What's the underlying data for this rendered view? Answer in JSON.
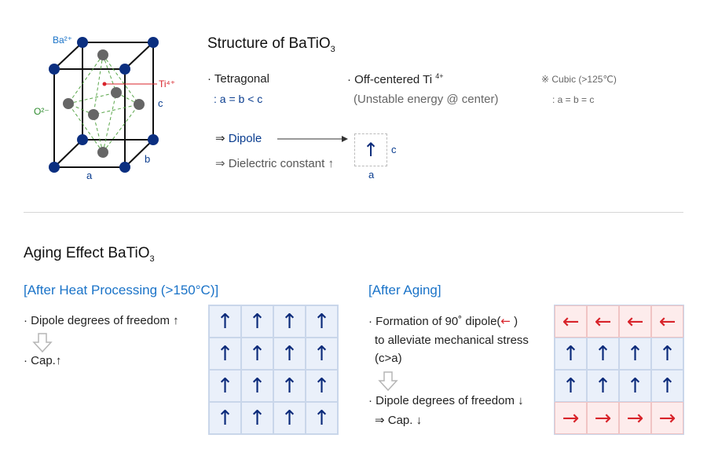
{
  "crystal": {
    "ba_label": "Ba²⁺",
    "ti_label": "Ti⁴⁺",
    "o_label": "O²⁻",
    "a_label": "a",
    "b_label": "b",
    "c_label": "c"
  },
  "structure": {
    "title_main": "Structure of BaTiO",
    "title_sub": "3",
    "tetragonal": "· Tetragonal",
    "tetragonal_eq": ": a = b < c",
    "offcenter": "· Off-centered Ti",
    "offcenter_sup": "4+",
    "unstable": "(Unstable energy @ center)",
    "cubic": "※ Cubic (>125℃)",
    "cubic_eq": ": a = b = c",
    "dipole_prefix": "⇒",
    "dipole": "Dipole",
    "dielectric": "⇒ Dielectric constant ↑",
    "box_arrow": "↑",
    "box_c": "c",
    "box_a": "a"
  },
  "aging": {
    "title_main": "Aging Effect BaTiO",
    "title_sub": "3",
    "after_heat": "[After Heat Processing (>150°C)]",
    "dipole_dof_up": "· Dipole degrees of freedom ↑",
    "cap_up": "· Cap.↑",
    "after_aging": "[After Aging]",
    "formation_prefix": "· Formation of 90˚ dipole(",
    "formation_arrow": "←",
    "formation_suffix": " )",
    "alleviate": "to alleviate mechanical stress",
    "ca": "(c>a)",
    "dipole_dof_down": "· Dipole degrees of freedom ↓",
    "cap_down": "⇒ Cap. ↓"
  },
  "grids": {
    "heat": [
      [
        "↑",
        "↑",
        "↑",
        "↑"
      ],
      [
        "↑",
        "↑",
        "↑",
        "↑"
      ],
      [
        "↑",
        "↑",
        "↑",
        "↑"
      ],
      [
        "↑",
        "↑",
        "↑",
        "↑"
      ]
    ],
    "aging": [
      [
        "←",
        "←",
        "←",
        "←"
      ],
      [
        "↑",
        "↑",
        "↑",
        "↑"
      ],
      [
        "↑",
        "↑",
        "↑",
        "↑"
      ],
      [
        "→",
        "→",
        "→",
        "→"
      ]
    ]
  },
  "colors": {
    "blue_atom": "#0b2f80",
    "gray_atom": "#666666",
    "ti_red": "#d8232a",
    "dashed_green": "#5aa64a"
  }
}
